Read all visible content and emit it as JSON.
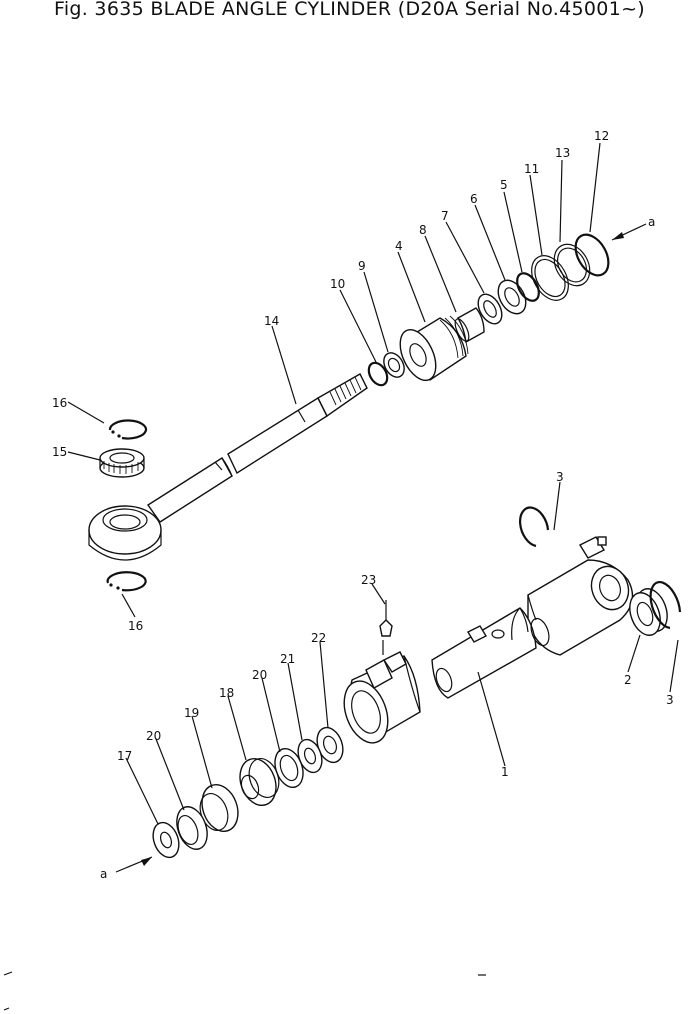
{
  "title": "Fig. 3635  BLADE  ANGLE CYLINDER (D20A Serial No.45001~)",
  "callouts": [
    "1",
    "2",
    "3",
    "3",
    "4",
    "5",
    "6",
    "7",
    "8",
    "9",
    "10",
    "11",
    "12",
    "13",
    "14",
    "15",
    "16",
    "16",
    "17",
    "18",
    "19",
    "20",
    "20",
    "21",
    "22",
    "23"
  ],
  "labels": {
    "p1": "1",
    "p2": "2",
    "p3a": "3",
    "p3b": "3",
    "p4": "4",
    "p5": "5",
    "p6": "6",
    "p7": "7",
    "p8": "8",
    "p9": "9",
    "p10": "10",
    "p11": "11",
    "p12": "12",
    "p13": "13",
    "p14": "14",
    "p15": "15",
    "p16a": "16",
    "p16b": "16",
    "p17": "17",
    "p18": "18",
    "p19": "19",
    "p20a": "20",
    "p20b": "20",
    "p21": "21",
    "p22": "22",
    "p23": "23",
    "a_top": "a",
    "a_bottom": "a"
  }
}
